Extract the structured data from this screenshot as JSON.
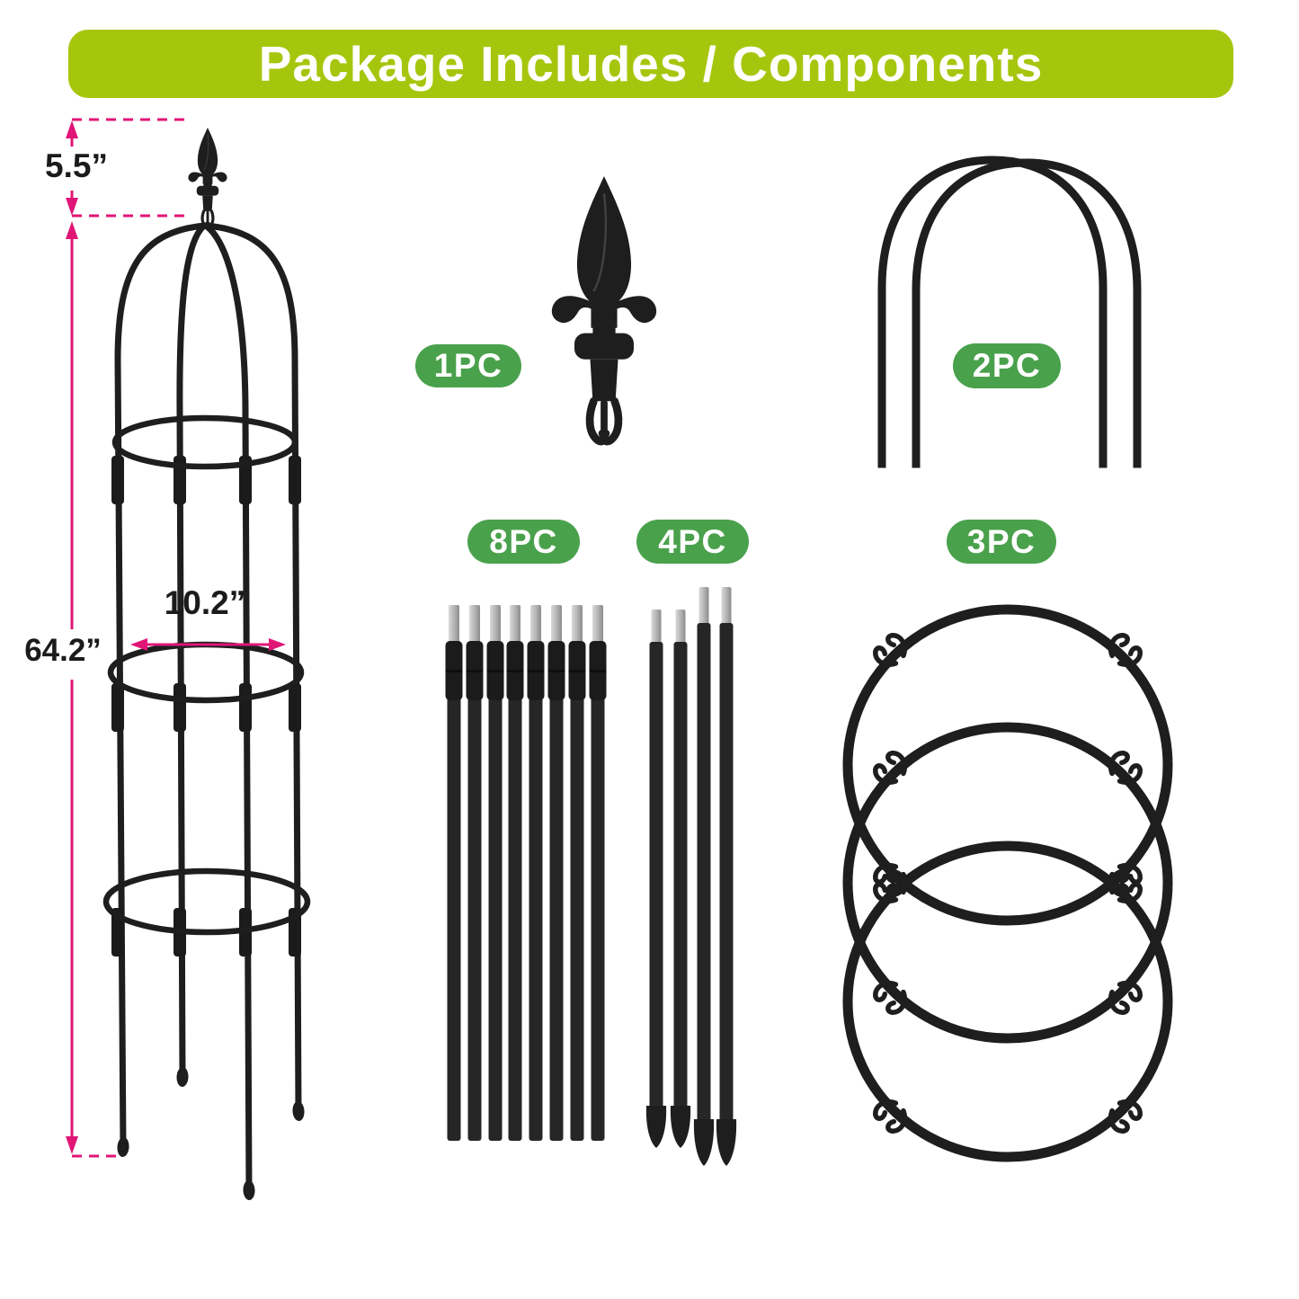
{
  "header": {
    "title": "Package Includes / Components"
  },
  "colors": {
    "background": "#ffffff",
    "header_green": "#a6c60e",
    "badge_green": "#4aa14c",
    "dimension_pink": "#e01677",
    "metal_black": "#1e1e1e",
    "pole_silver_light": "#d9d9d9",
    "pole_silver_dark": "#8c8c8c",
    "dim_text": "#1b1b1b"
  },
  "dimensions": {
    "finial_height": "5.5”",
    "total_height": "64.2”",
    "ring_width": "10.2”"
  },
  "components": {
    "finial": {
      "label": "1PC"
    },
    "arches": {
      "label": "2PC"
    },
    "long_poles": {
      "label": "8PC"
    },
    "pointed_poles": {
      "label": "4PC"
    },
    "rings": {
      "label": "3PC"
    }
  }
}
